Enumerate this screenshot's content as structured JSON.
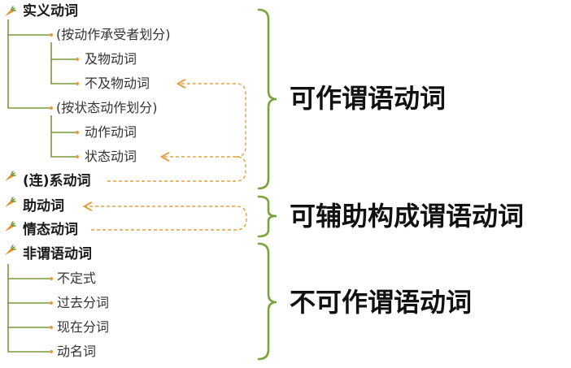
{
  "colors": {
    "tree_line": "#7a9a3a",
    "dot": "#e89a3c",
    "dashed_arrow": "#e0a040",
    "brace": "#7aa33a"
  },
  "groups": {
    "predicate": {
      "root": "实义动词",
      "branch1": "(按动作承受者划分)",
      "branch1_items": [
        "及物动词",
        "不及物动词"
      ],
      "branch2": "(按状态动作划分)",
      "branch2_items": [
        "动作动词",
        "状态动词"
      ],
      "linking": "(连)系动词",
      "summary": "可作谓语动词"
    },
    "auxiliary": {
      "items": [
        "助动词",
        "情态动词"
      ],
      "summary": "可辅助构成谓语动词"
    },
    "non_predicate": {
      "root": "非谓语动词",
      "items": [
        "不定式",
        "过去分词",
        "现在分词",
        "动名词"
      ],
      "summary": "不可作谓语动词"
    }
  },
  "icons": {
    "carrot": "carrot-icon"
  }
}
